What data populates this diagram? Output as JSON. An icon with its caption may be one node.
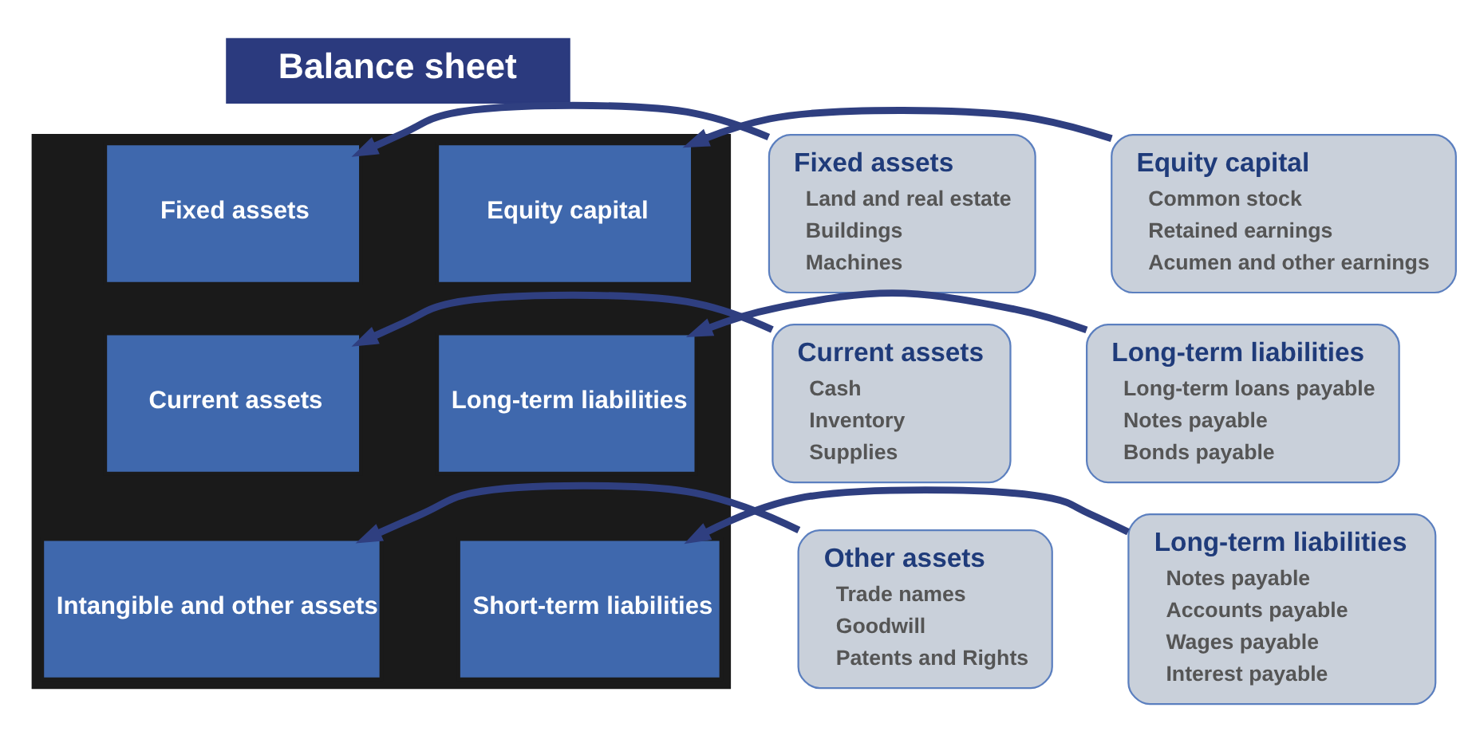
{
  "diagram": {
    "nodes": [
      {
        "text": [
          "Balance sheet"
        ]
      },
      {
        "text": [],
        "shape": "box"
      },
      {
        "text": [
          "Fixed assets"
        ],
        "in": 1
      },
      {
        "text": [
          "Equity capital"
        ],
        "in": 1
      },
      {
        "text": [
          "Current assets"
        ],
        "in": 1
      },
      {
        "text": [
          "Long-term liabilities"
        ],
        "in": 1
      },
      {
        "text": [
          "Intangible and other assets"
        ],
        "in": 1
      },
      {
        "text": [
          "Short-term liabilities"
        ],
        "in": 1
      },
      {
        "text": [
          "Fixed assets",
          "Land and real estate",
          "Buildings",
          "Machines"
        ]
      },
      {
        "text": [
          "Current assets",
          "Cash",
          "Inventory",
          "Supplies"
        ]
      },
      {
        "text": [
          "Other assets",
          "Trade names",
          "Goodwill",
          "Patents and Rights"
        ]
      },
      {
        "text": [
          "Equity capital",
          "Common stock",
          "Retained earnings",
          "Acumen and other earnings"
        ]
      },
      {
        "text": [
          "Long-term liabilities",
          "Long-term loans payable",
          "Notes payable",
          "Bonds payable"
        ]
      },
      {
        "text": [
          "Long-term liabilities",
          "Notes payable",
          "Accounts payable",
          "Wages payable",
          "Interest payable"
        ]
      }
    ],
    "edges": [
      {
        "from": 8,
        "to": 2,
        "arrow": "to"
      },
      {
        "from": 9,
        "to": 4,
        "arrow": "to"
      },
      {
        "from": 10,
        "to": 6,
        "arrow": "to"
      },
      {
        "from": 11,
        "to": 3,
        "arrow": "to"
      },
      {
        "from": 12,
        "to": 5,
        "arrow": "to"
      },
      {
        "from": 13,
        "to": 7,
        "arrow": "to"
      }
    ]
  }
}
